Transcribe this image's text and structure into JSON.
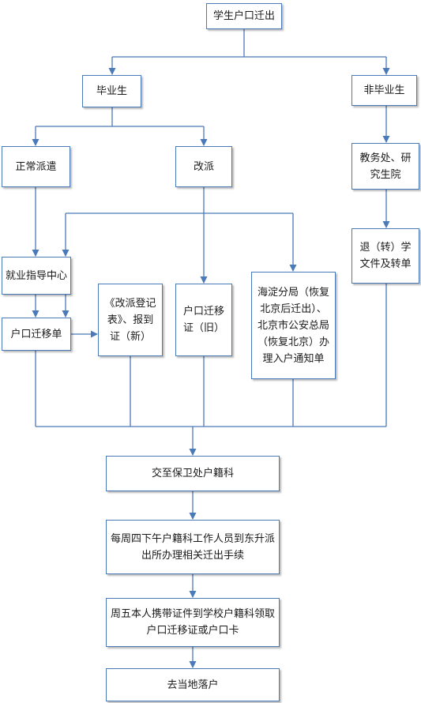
{
  "diagram": {
    "line_color": "#4a7ab7",
    "border_color": "#4a7ab7",
    "nodes": {
      "start": "学生户口迁出",
      "graduate": "毕业生",
      "non_graduate": "非毕业生",
      "normal_dispatch": "正常派遣",
      "re_dispatch": "改派",
      "academic_office": "教务处、研\n究生院",
      "withdraw_docs": "退（转）学\n文件及转单",
      "employment_center": "就业指导中心",
      "migration_slip": "户口迁移单",
      "re_dispatch_form": "《改派登记\n表》、报到\n证（新）",
      "old_certificate": "户口迁移\n证（旧）",
      "police_notice": "海淀分局（恢复\n北京后迁出）、\n北京市公安总局\n（恢复北京）办\n理入户通知单",
      "security_office": "交至保卫处户籍科",
      "thursday_procedure": "每周四下午户籍科工作人员到东升派\n出所办理相关迁出手续",
      "friday_pickup": "周五本人携带证件到学校户籍科领取\n户口迁移证或户口卡",
      "settle": "去当地落户"
    }
  }
}
